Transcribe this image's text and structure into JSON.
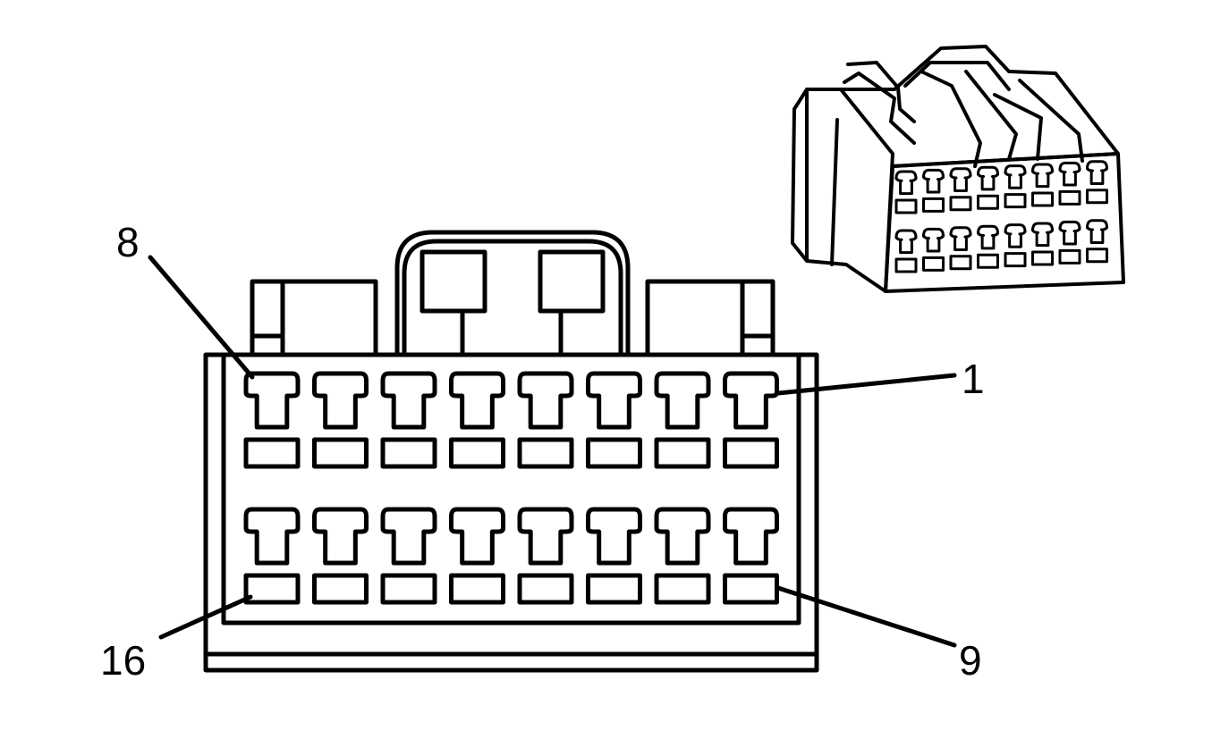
{
  "diagram": {
    "type": "connector-face-view",
    "pins_per_row": 8,
    "rows": 2,
    "colors": {
      "line": "#000000",
      "background": "#ffffff"
    },
    "pin_labels": {
      "top_left": "8",
      "top_right": "1",
      "bottom_left": "16",
      "bottom_right": "9"
    }
  }
}
